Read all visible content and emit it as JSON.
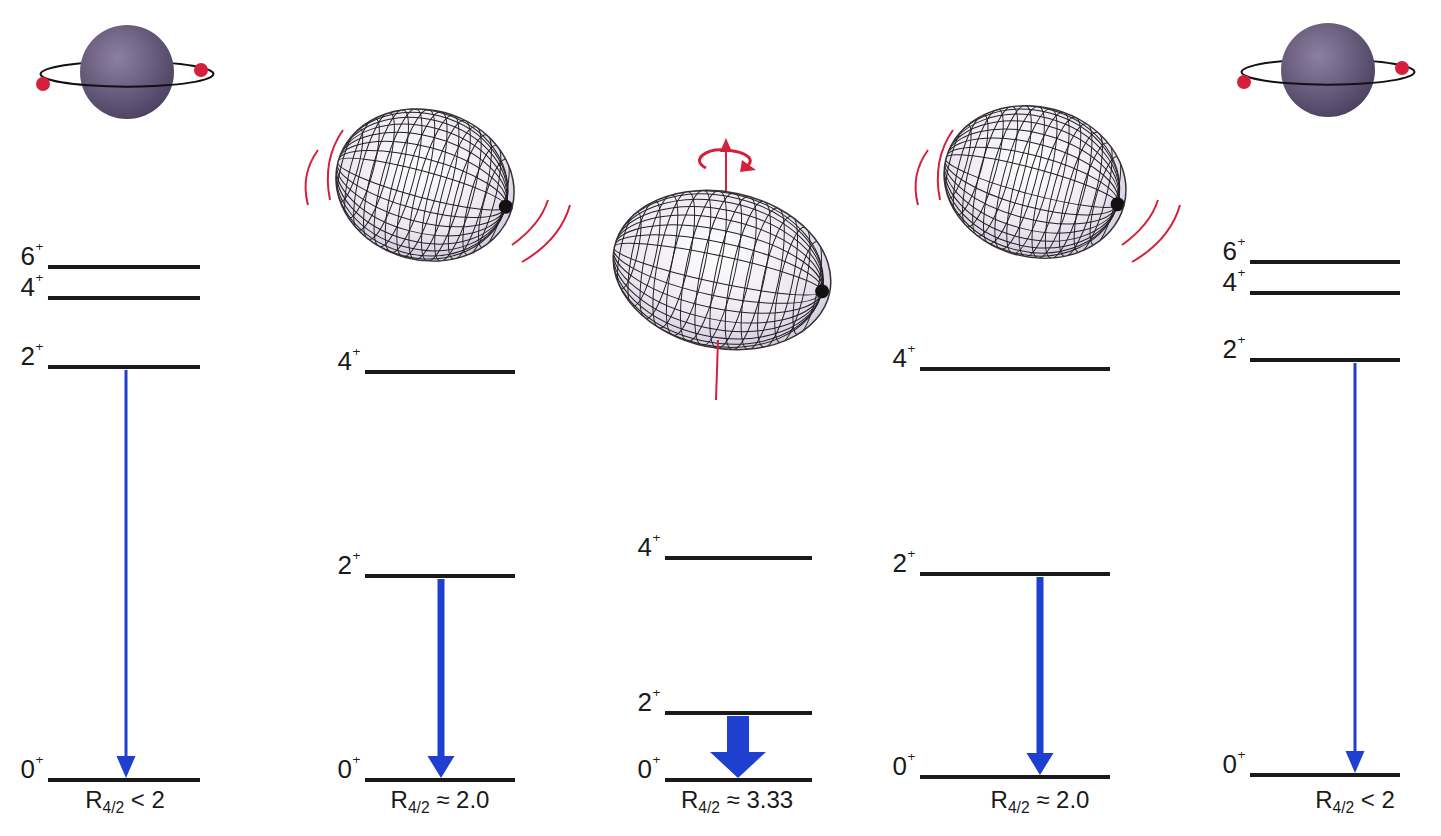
{
  "diagram": {
    "labels": [
      "6⁺",
      "4⁺",
      "2⁺",
      "0⁺",
      "R4/2 < 2",
      "4⁺",
      "2⁺",
      "0⁺",
      "R4/2 ≈ 2.0",
      "4⁺",
      "2⁺",
      "0⁺",
      "R4/2 ≈ 3.33",
      "4⁺",
      "2⁺",
      "0⁺",
      "R4/2 ≈ 2.0",
      "6⁺",
      "4⁺",
      "2⁺",
      "0⁺",
      "R4/2 < 2"
    ]
  }
}
